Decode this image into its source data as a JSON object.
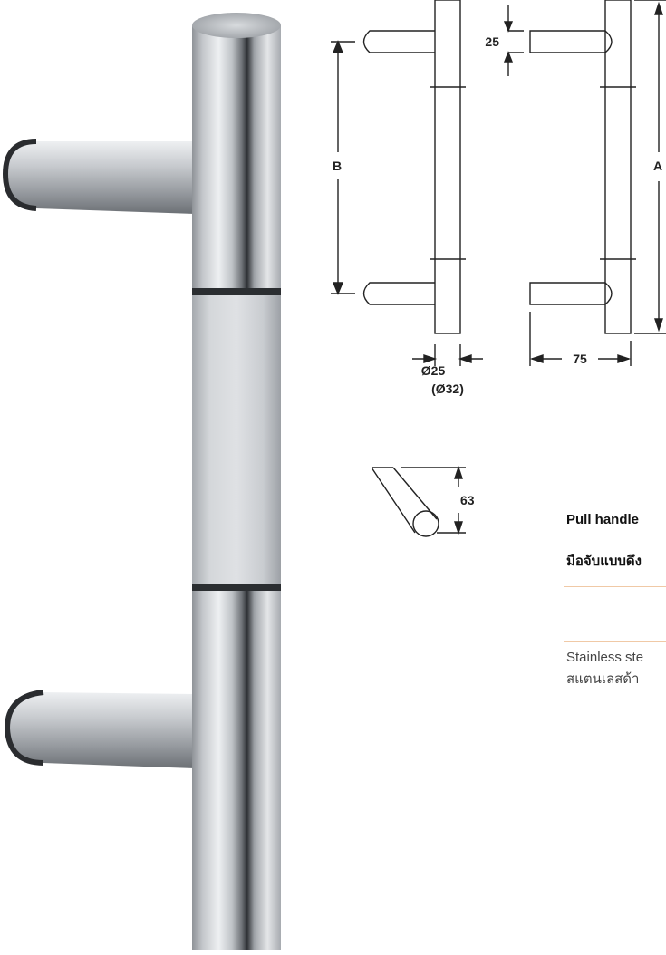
{
  "product": {
    "title_en": "Pull handle",
    "title_th": "มือจับแบบดึง",
    "material_en": "Stainless ste",
    "material_th": "สแตนเลสด้า"
  },
  "dimensions": {
    "label_b": "B",
    "label_a": "A",
    "leg_diameter": "25",
    "dia_primary": "Ø25",
    "dia_alt": "(Ø32)",
    "projection": "75",
    "cut_depth": "63"
  }
}
